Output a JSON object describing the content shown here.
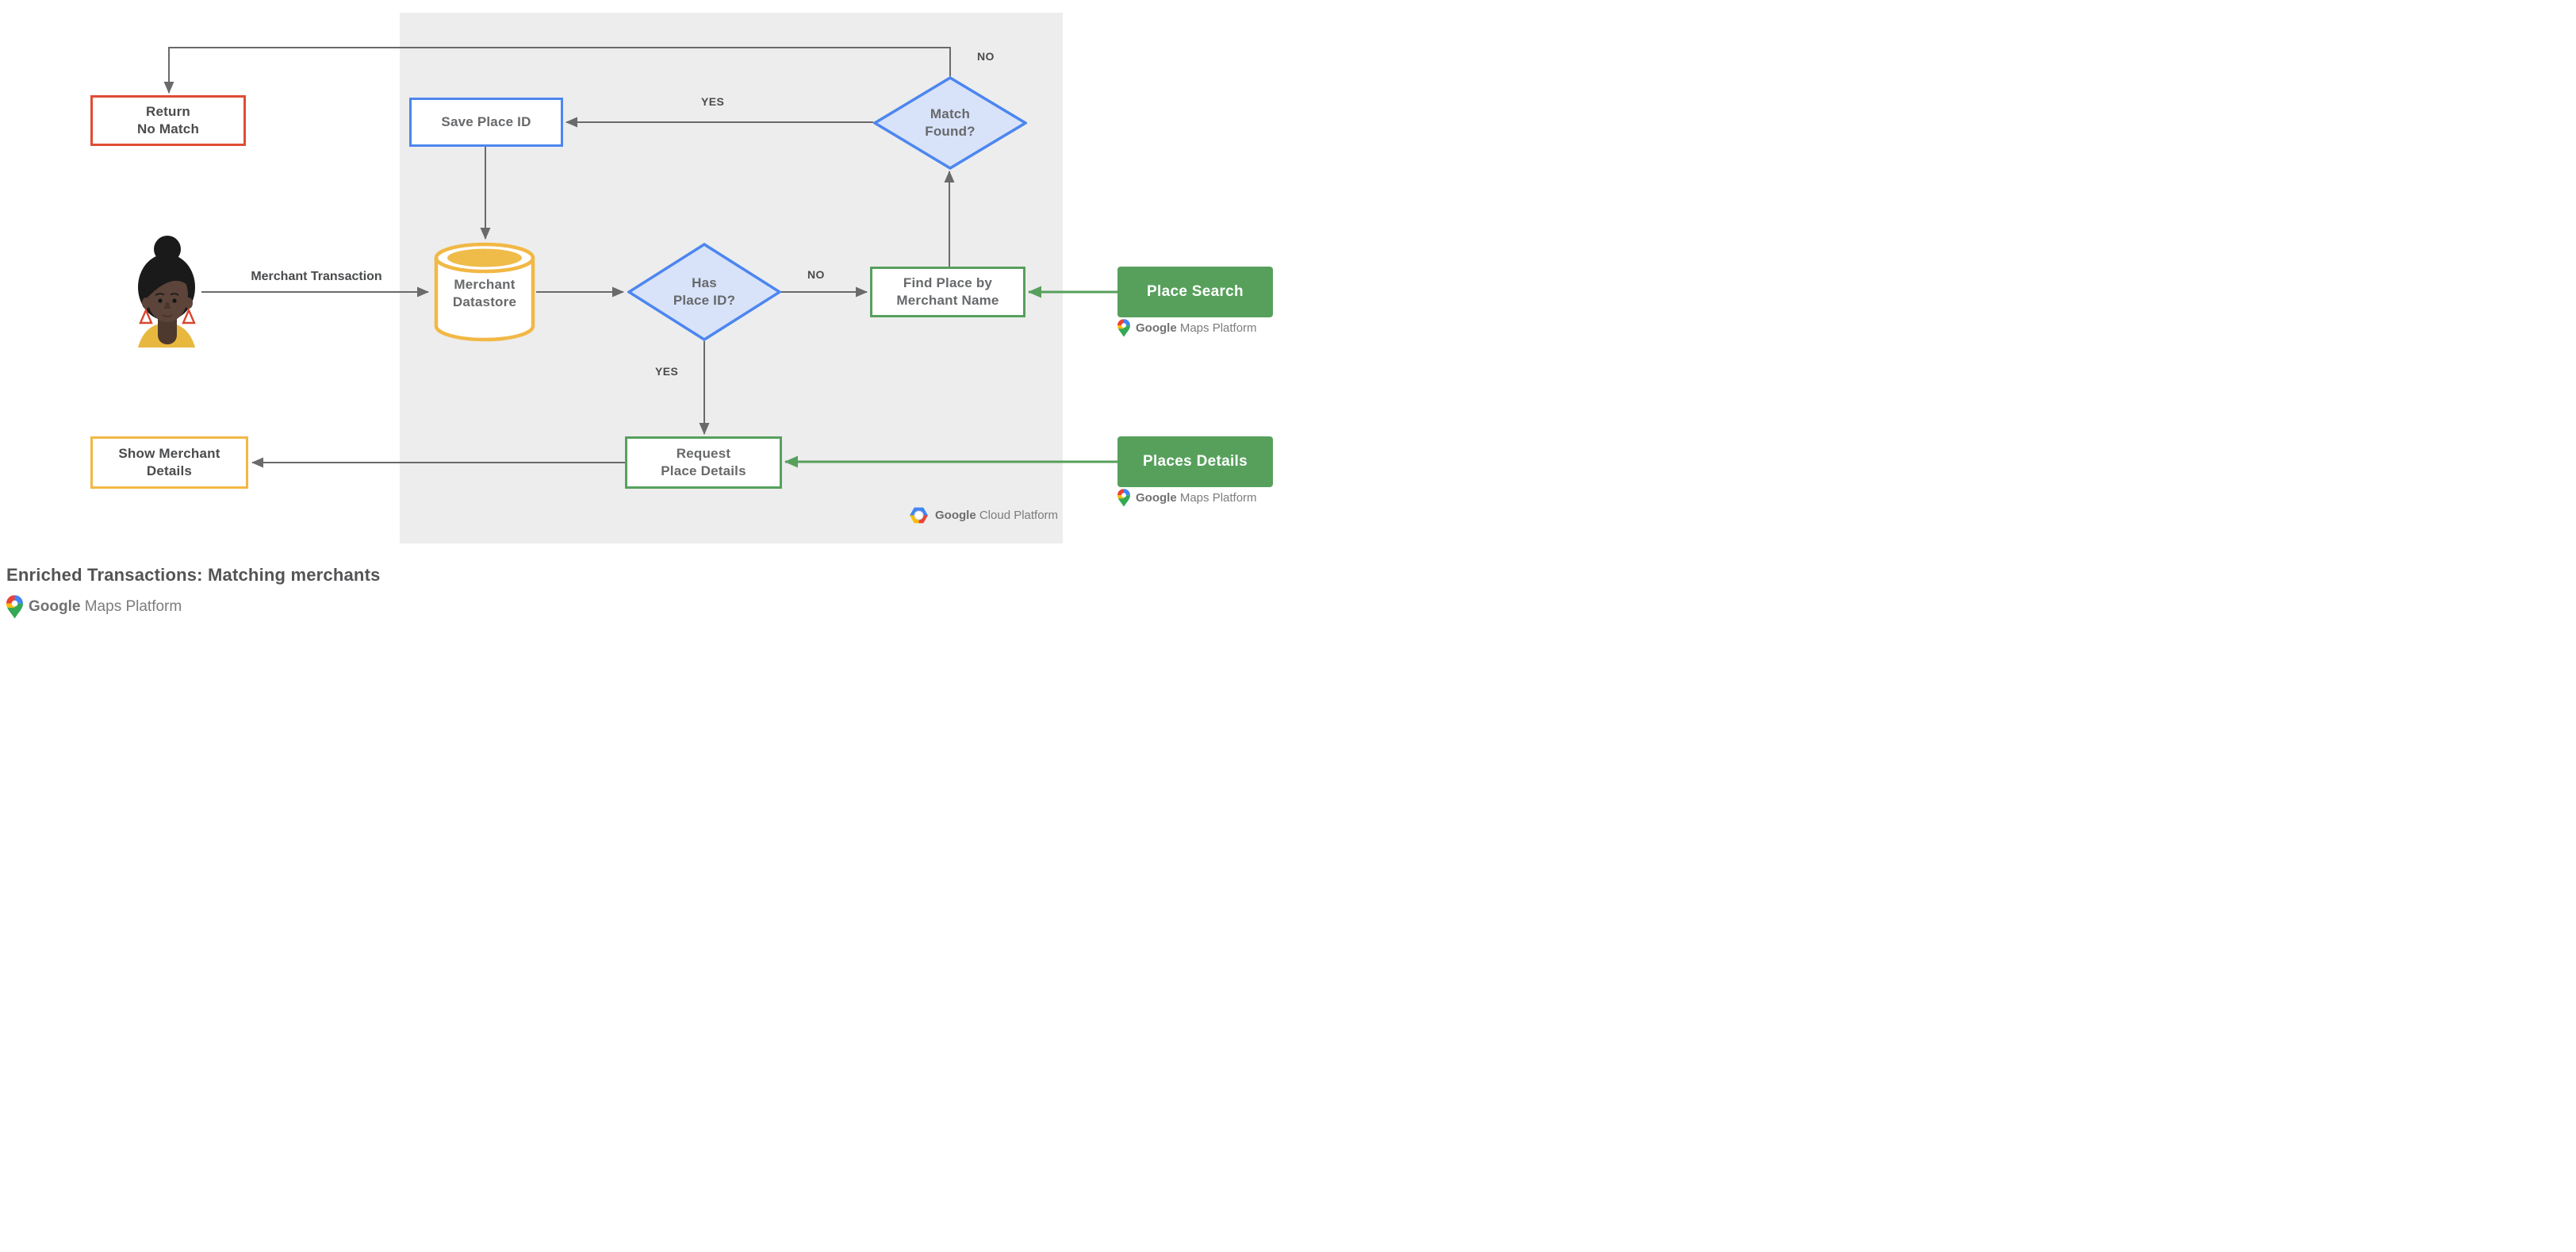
{
  "title": "Enriched Transactions: Matching merchants",
  "nodes": {
    "return_no_match": "Return\nNo Match",
    "save_place_id": "Save Place ID",
    "match_found": "Match\nFound?",
    "merchant_datastore": "Merchant\nDatastore",
    "has_place_id": "Has\nPlace ID?",
    "find_place_by_merchant_name": "Find Place by\nMerchant Name",
    "place_search": "Place Search",
    "request_place_details": "Request\nPlace Details",
    "places_details": "Places Details",
    "show_merchant_details": "Show Merchant\nDetails"
  },
  "edge_labels": {
    "merchant_transaction": "Merchant Transaction",
    "match_found_no": "NO",
    "match_found_yes": "YES",
    "has_place_id_no": "NO",
    "has_place_id_yes": "YES"
  },
  "logos": {
    "google": "Google",
    "maps_platform": "Maps Platform",
    "cloud_platform": "Cloud Platform"
  },
  "colors": {
    "red": "#E14B35",
    "blue": "#4C86EF",
    "diamond_fill": "#D8E2F9",
    "yellow": "#F2B845",
    "green": "#57A05C",
    "panel": "#EDEDED",
    "arrow": "#6A6A6A"
  }
}
